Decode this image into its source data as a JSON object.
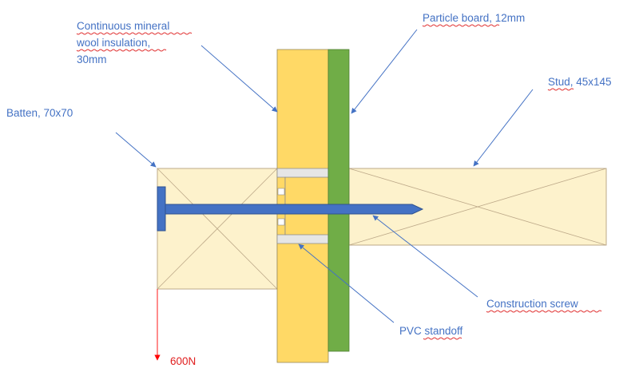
{
  "labels": {
    "insulation_line1": "Continuous mineral",
    "insulation_line2": "wool insulation,",
    "insulation_line3": "30mm",
    "particle_board": "Particle board, 12mm",
    "stud": "Stud, 45x145",
    "batten": "Batten, 70x70",
    "construction_screw": "Construction screw",
    "pvc_standoff": "PVC standoff",
    "load": "600N"
  },
  "colors": {
    "timber": "#fdf2cc",
    "timber_edge": "#bda989",
    "insulation": "#ffd966",
    "particle_board": "#70ad47",
    "screw": "#4472c4",
    "pvc": "#e6e6e6",
    "leader": "#4472c4",
    "load_arrow": "#ff0000"
  }
}
